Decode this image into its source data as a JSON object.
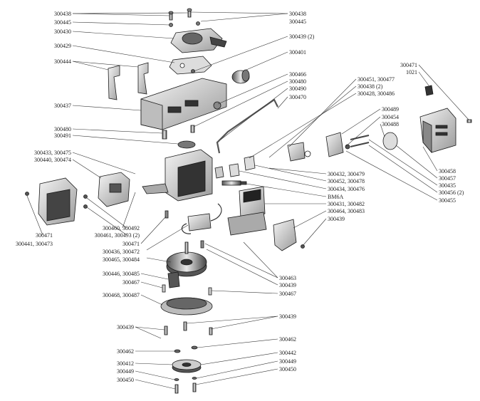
{
  "diagram": {
    "labels": [
      "300438",
      "300445",
      "300430",
      "300429",
      "300444",
      "300437",
      "300480",
      "300491",
      "300433, 300475",
      "300440, 300474",
      "300471",
      "300441, 300473",
      "300460, 300492",
      "300461, 300493 (2)",
      "300471",
      "300436, 300472",
      "300465, 300484",
      "300446, 300485",
      "300467",
      "300468, 300487",
      "300439",
      "300462",
      "300412",
      "300449",
      "300450",
      "300438",
      "300445",
      "300439 (2)",
      "300401",
      "300466",
      "300480",
      "300490",
      "300470",
      "300451, 300477",
      "300438 (2)",
      "300428, 300486",
      "300432, 300479",
      "300452, 300478",
      "300434, 300476",
      "BM6A",
      "300431, 300482",
      "300464, 300483",
      "300439",
      "300463",
      "300439",
      "300467",
      "300439",
      "300462",
      "300442",
      "300449",
      "300450",
      "300471",
      "1021",
      "300489",
      "300454",
      "300488",
      "300458",
      "300457",
      "300435",
      "300456 (2)",
      "300455"
    ]
  }
}
